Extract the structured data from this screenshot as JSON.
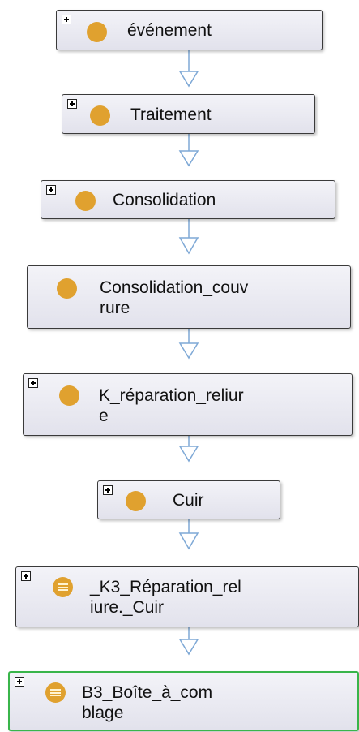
{
  "diagram": {
    "nodes": [
      {
        "label": "événement",
        "expand_icon": "plus-box-icon",
        "class_icon": "class-circle-icon"
      },
      {
        "label": "Traitement",
        "expand_icon": "plus-box-icon",
        "class_icon": "class-circle-icon"
      },
      {
        "label": "Consolidation",
        "expand_icon": "plus-box-icon",
        "class_icon": "class-circle-icon"
      },
      {
        "label": "Consolidation_couvrure",
        "class_icon": "class-circle-icon"
      },
      {
        "label": "K_réparation_reliure",
        "expand_icon": "plus-box-icon",
        "class_icon": "class-circle-icon"
      },
      {
        "label": "Cuir",
        "expand_icon": "plus-box-icon",
        "class_icon": "class-circle-icon"
      },
      {
        "label": "_K3_Réparation_reliure._Cuir",
        "expand_icon": "plus-box-icon",
        "class_icon": "defined-class-icon"
      },
      {
        "label": "B3_Boîte_à_comblage",
        "expand_icon": "plus-box-icon",
        "class_icon": "defined-class-icon",
        "selected": true
      }
    ],
    "colors": {
      "node_fill": "#e8e8f0",
      "node_border": "#3a3a3a",
      "selected_border": "#39b54a",
      "class_icon": "#e0a12f",
      "edge": "#7fa9d6"
    }
  }
}
